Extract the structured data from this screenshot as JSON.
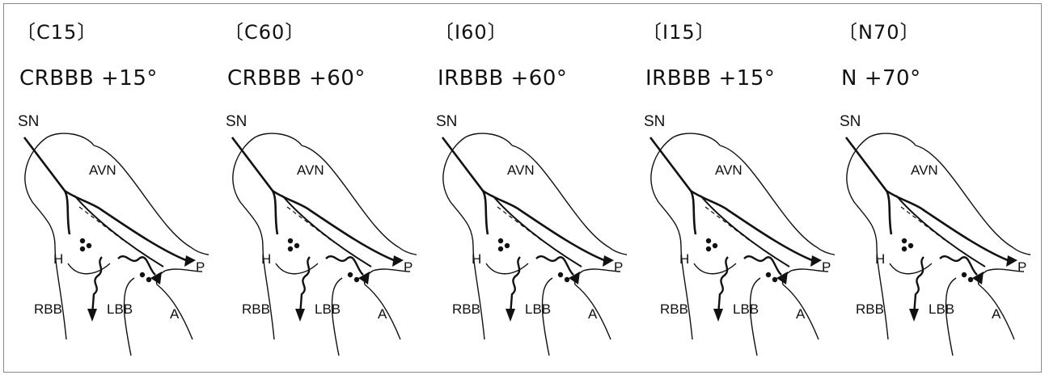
{
  "panels": [
    {
      "code": "〔C15〕",
      "caption": "CRBBB  +15°"
    },
    {
      "code": "〔C60〕",
      "caption": "CRBBB  +60°"
    },
    {
      "code": "〔I60〕",
      "caption": "IRBBB  +60°"
    },
    {
      "code": "〔I15〕",
      "caption": "IRBBB  +15°"
    },
    {
      "code": "〔N70〕",
      "caption": "N  +70°"
    }
  ],
  "labels": {
    "sn": "SN",
    "avn": "AVN",
    "h": "H",
    "p": "P",
    "rbb": "RBB",
    "lbb": "LBB",
    "a": "A"
  }
}
